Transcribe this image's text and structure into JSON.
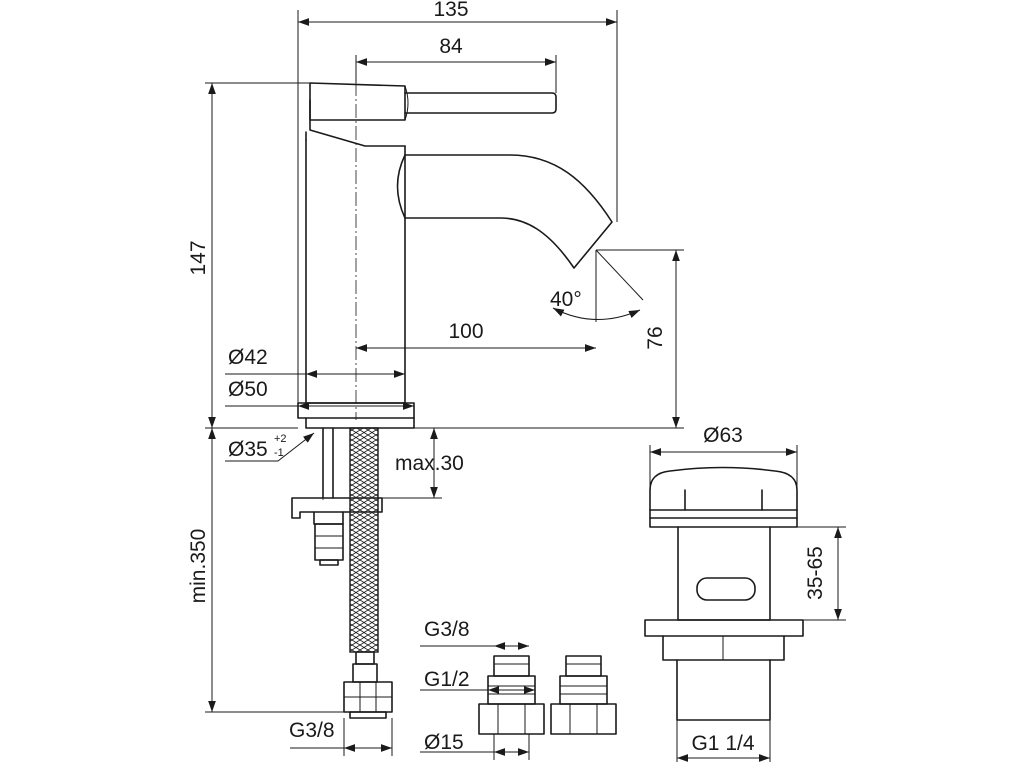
{
  "dimensions": {
    "total_width": "135",
    "lever_width": "84",
    "height_total": "147",
    "spout_reach": "100",
    "spout_height": "76",
    "angle": "40°",
    "body_diameter": "Ø42",
    "base_diameter": "Ø50",
    "hole_diameter": "Ø35",
    "tol_plus": "+2",
    "tol_minus": "-1",
    "max_thickness": "max.30",
    "hose_length": "min.350",
    "hose_thread": "G3/8",
    "adapter_thread_top": "G3/8",
    "adapter_thread_mid": "G1/2",
    "adapter_pipe": "Ø15",
    "waste_diameter": "Ø63",
    "waste_height": "35-65",
    "waste_thread": "G1 1/4"
  }
}
